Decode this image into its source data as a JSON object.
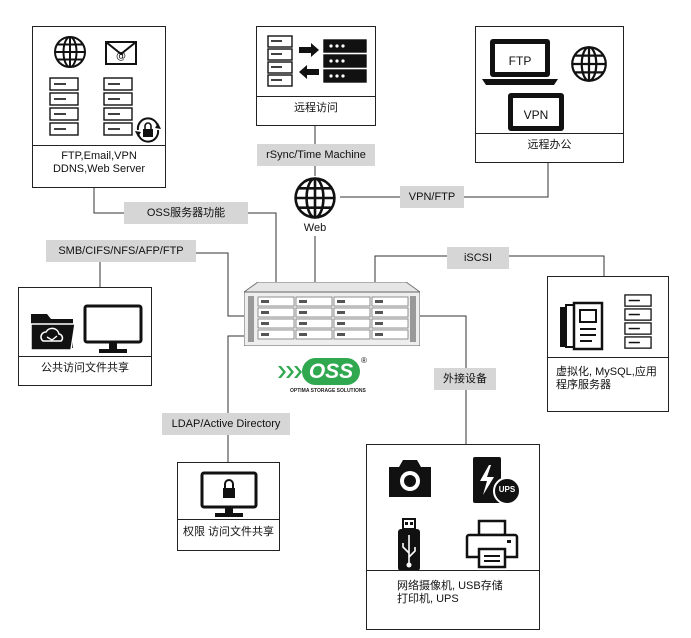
{
  "nodes": {
    "server_box": {
      "caption": "FTP,Email,VPN\nDDNS,Web Server"
    },
    "remote_access": {
      "caption": "远程访问"
    },
    "remote_office": {
      "caption": "远程办公",
      "ftp_label": "FTP",
      "vpn_label": "VPN"
    },
    "web": {
      "label": "Web"
    },
    "public_share": {
      "caption": "公共访问文件共享"
    },
    "virtualization": {
      "caption": "虚拟化, MySQL,应用\n程序服务器"
    },
    "permission_share": {
      "caption": "权限 访问文件共享"
    },
    "peripherals": {
      "caption": "网络摄像机, USB存储\n打印机, UPS",
      "ups_label": "UPS"
    }
  },
  "tags": {
    "rsync": "rSync/Time Machine",
    "vpn_ftp": "VPN/FTP",
    "oss_service": "OSS服务器功能",
    "smb": "SMB/CIFS/NFS/AFP/FTP",
    "iscsi": "iSCSI",
    "external": "外接设备",
    "ldap": "LDAP/Active Directory"
  },
  "brand": {
    "logo_text": "OSS",
    "registered": "®",
    "tagline": "OPTIMA STORAGE SOLUTIONS",
    "color": "#2fa84f"
  }
}
